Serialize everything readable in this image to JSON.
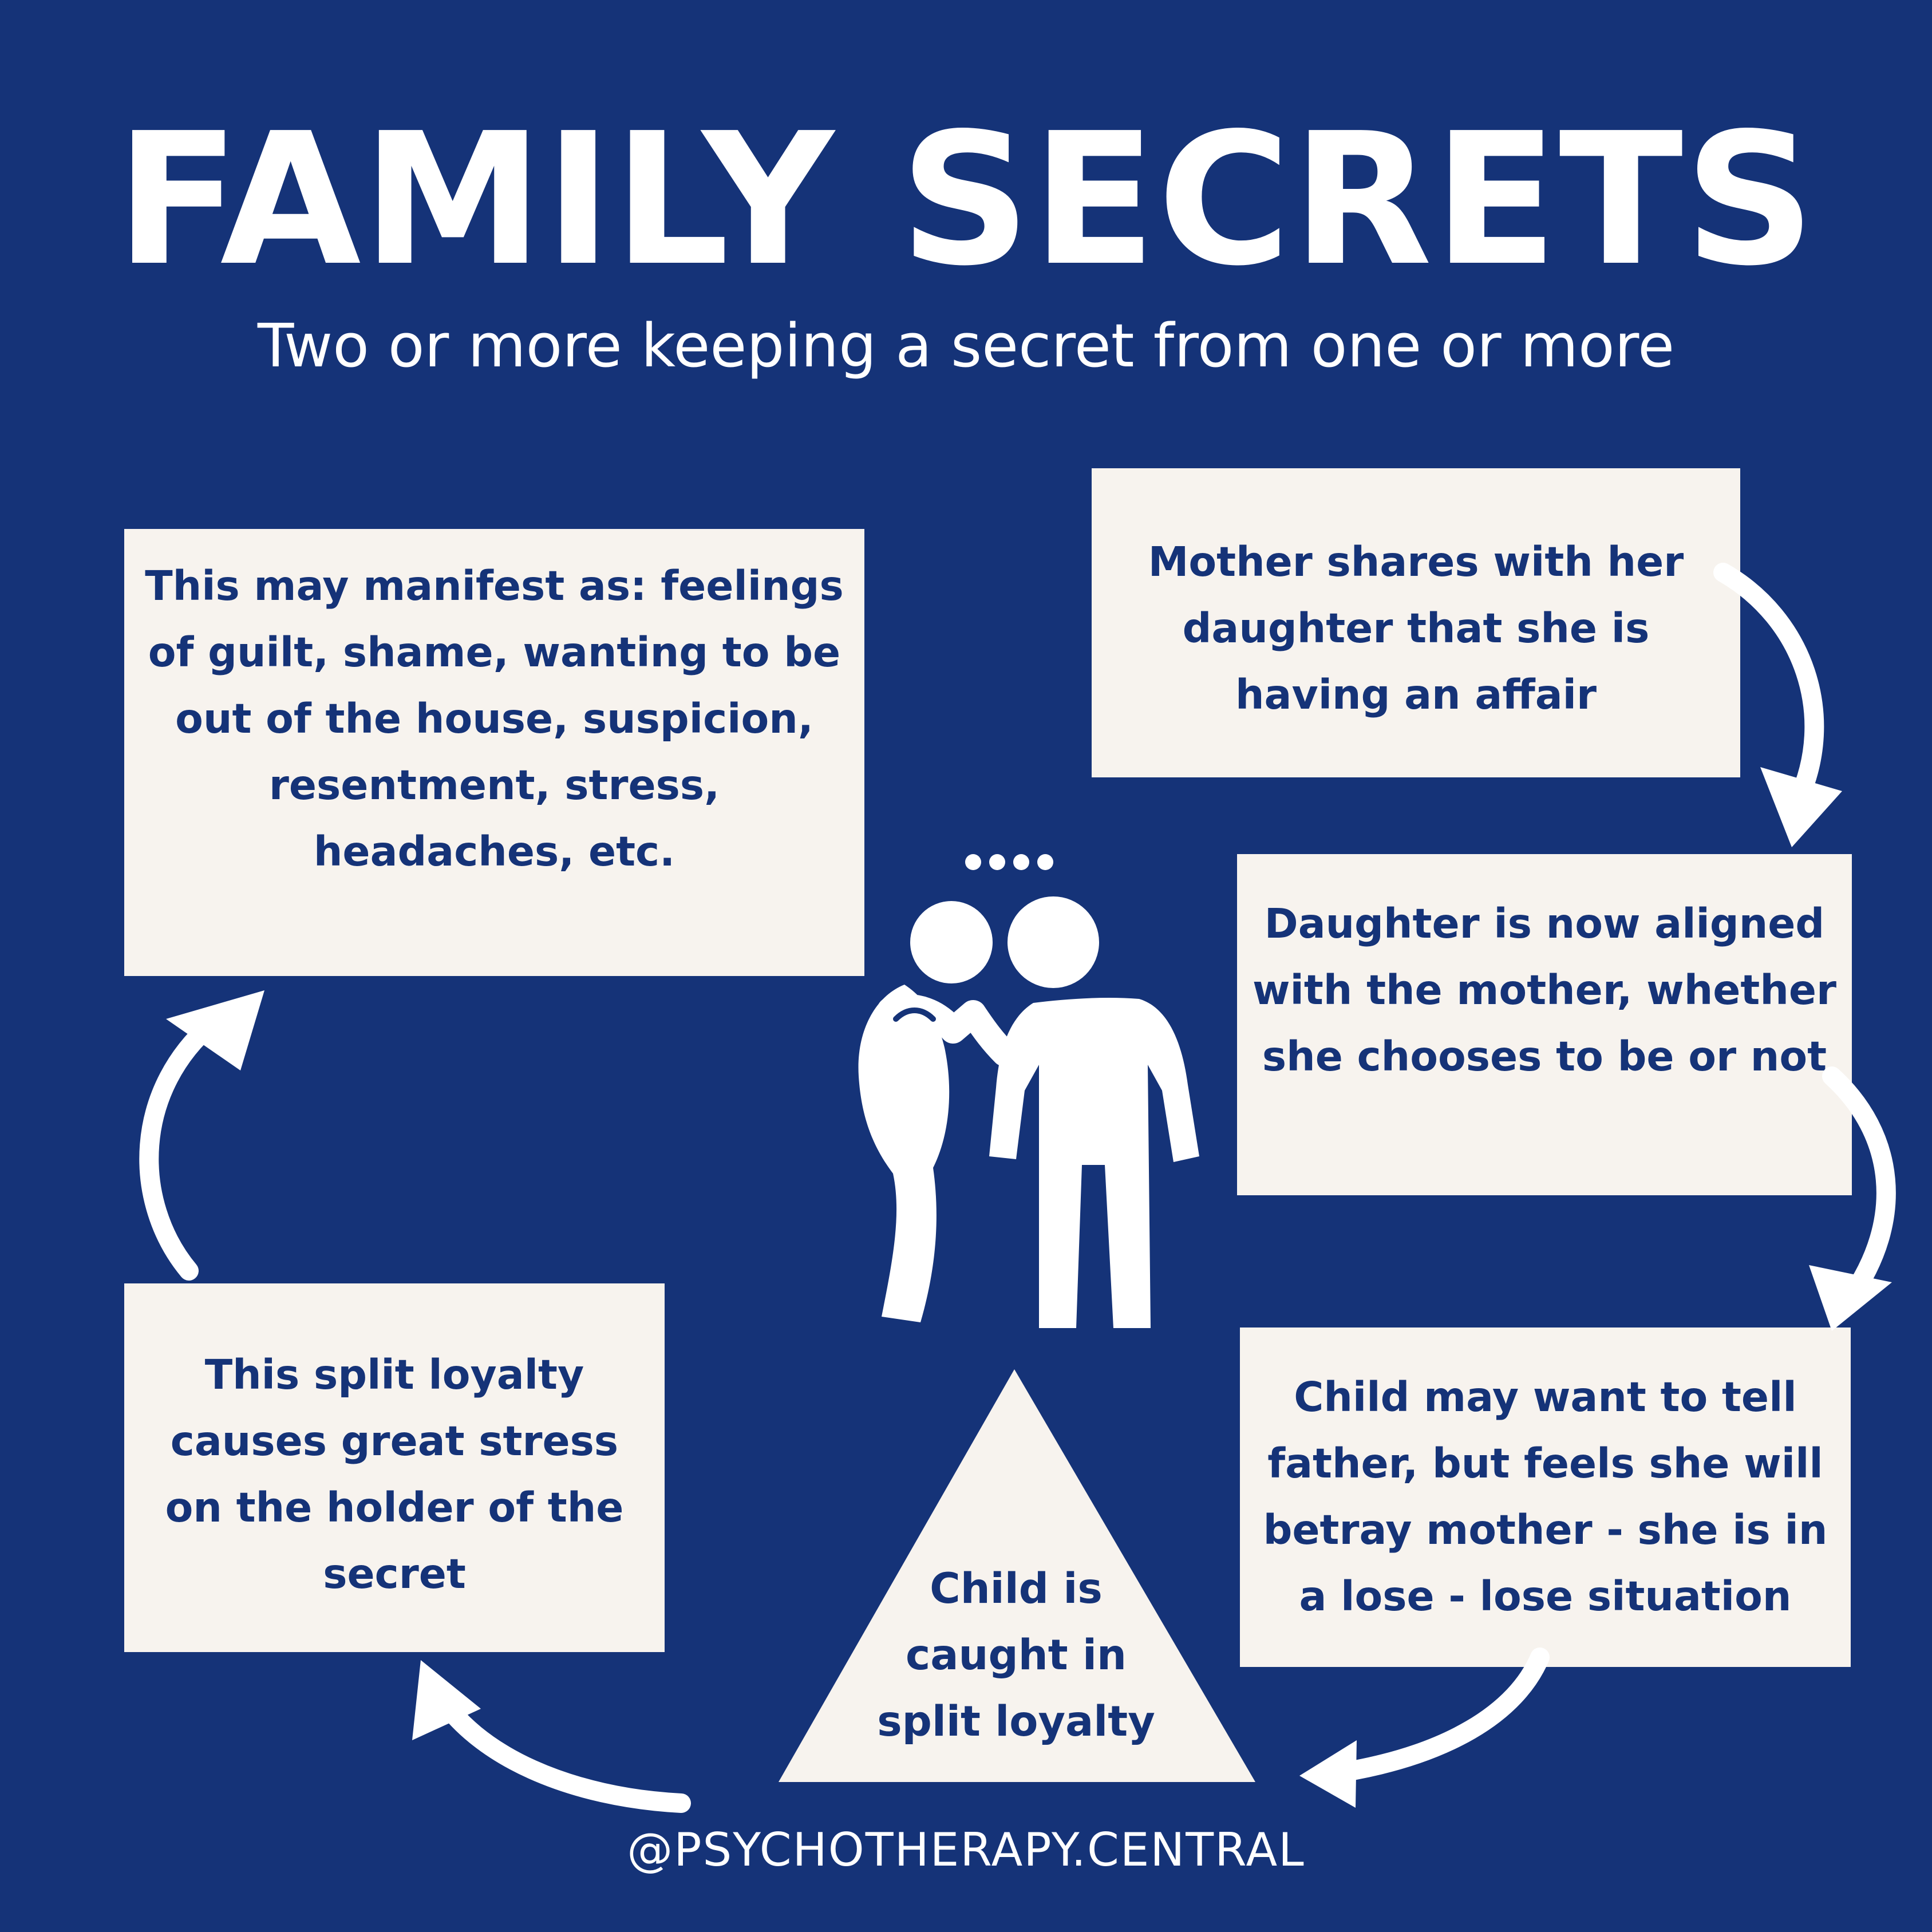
{
  "header": {
    "title": "FAMILY SECRETS",
    "subtitle": "Two or more keeping a secret from one or more"
  },
  "boxes": {
    "manifest": "This may manifest as: feelings of guilt, shame, wanting to be out of the house, suspicion, resentment, stress, headaches, etc.",
    "mother_shares": "Mother shares with her daughter that she is having an affair",
    "daughter_aligned": "Daughter is now aligned with the mother, whether she chooses to be or not",
    "child_tell": "Child may want to tell father, but feels she will betray mother - she is in a lose - lose situation",
    "split_loyalty_stress": "This split loyalty causes great stress on the holder of the secret"
  },
  "triangle": {
    "text": "Child is caught in split loyalty"
  },
  "footer": {
    "handle": "@PSYCHOTHERAPY.CENTRAL"
  },
  "colors": {
    "background": "#153378",
    "box": "#f7f3ee",
    "box_text": "#153378",
    "white": "#ffffff"
  },
  "icons": {
    "center": "two-people-whispering-icon",
    "thought": "thought-dots-icon",
    "arrows": "curved-arrow-icon"
  }
}
